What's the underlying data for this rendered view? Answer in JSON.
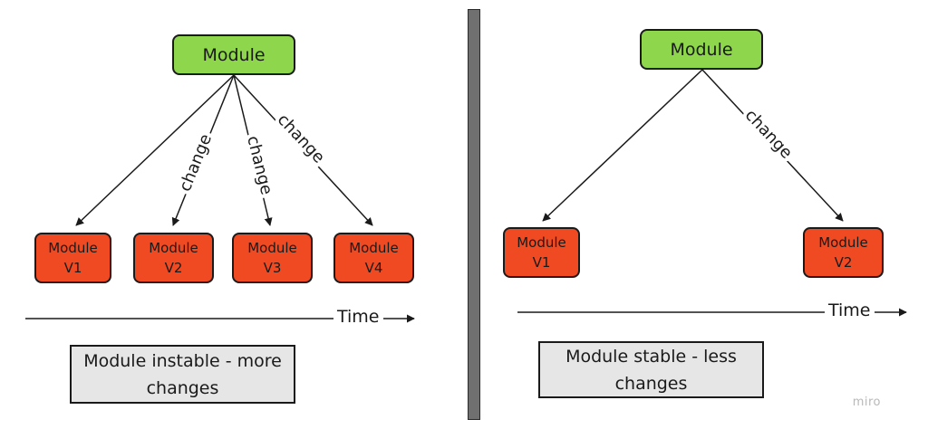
{
  "left": {
    "top_node": "Module",
    "versions": [
      {
        "line1": "Module",
        "line2": "V1"
      },
      {
        "line1": "Module",
        "line2": "V2"
      },
      {
        "line1": "Module",
        "line2": "V3"
      },
      {
        "line1": "Module",
        "line2": "V4"
      }
    ],
    "edge_labels": [
      "change",
      "change",
      "change"
    ],
    "time_label": "Time",
    "note": {
      "line1": "Module instable - more",
      "line2": "changes"
    }
  },
  "right": {
    "top_node": "Module",
    "versions": [
      {
        "line1": "Module",
        "line2": "V1"
      },
      {
        "line1": "Module",
        "line2": "V2"
      }
    ],
    "edge_labels": [
      "change"
    ],
    "time_label": "Time",
    "note": {
      "line1": "Module stable - less",
      "line2": "changes"
    }
  },
  "watermark": "miro",
  "colors": {
    "top_node": "#8ed64b",
    "version_node": "#f04a22",
    "note": "#e6e6e6",
    "divider": "#707070"
  }
}
